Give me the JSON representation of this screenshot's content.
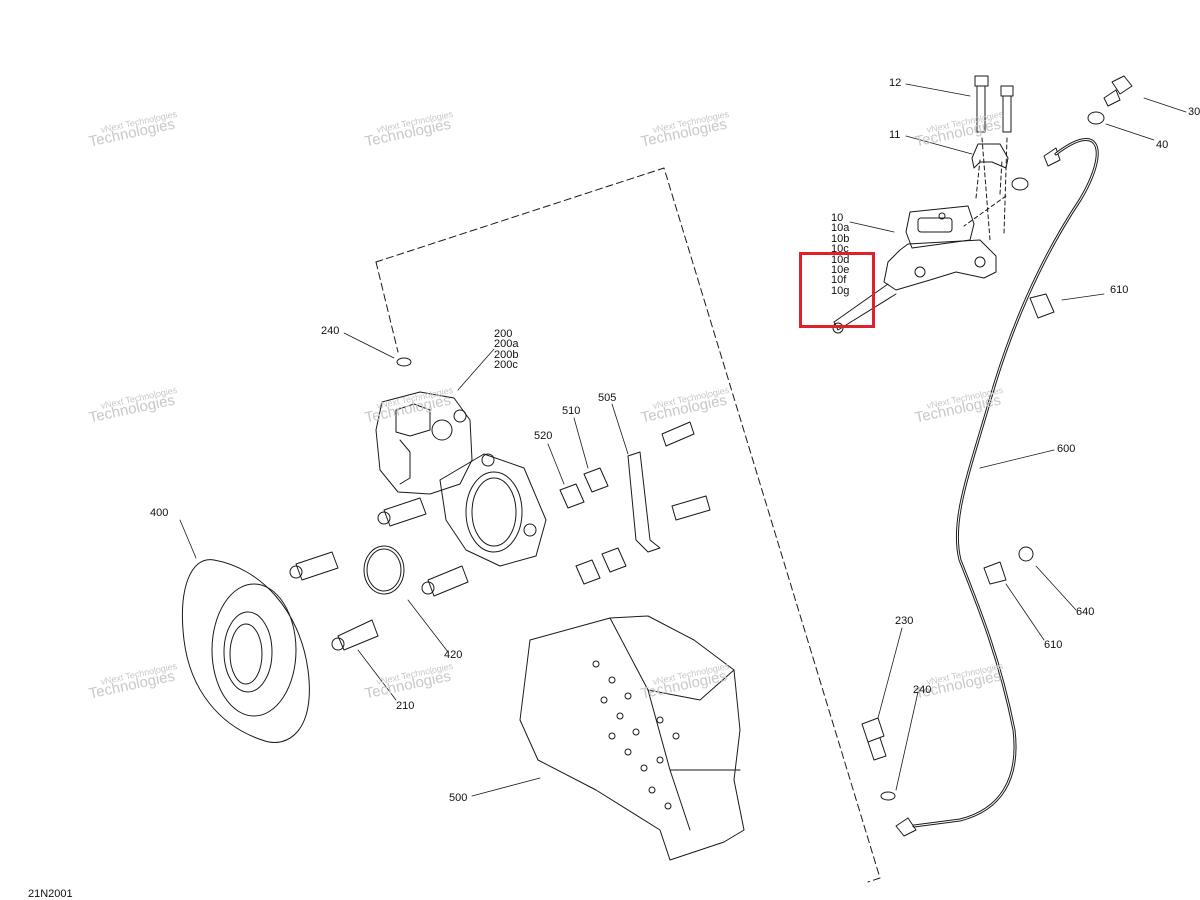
{
  "diagram_code": "21N2001",
  "watermark": {
    "line1": "vNext Technologies",
    "line2": "Technologies"
  },
  "callouts": {
    "c12": "12",
    "c11": "11",
    "c30": "30",
    "c40": "40",
    "c10": [
      "10",
      "10a",
      "10b",
      "10c",
      "10d",
      "10e",
      "10f",
      "10g"
    ],
    "c610a": "610",
    "c240a": "240",
    "c200": [
      "200",
      "200a",
      "200b",
      "200c"
    ],
    "c505": "505",
    "c510": "510",
    "c520": "520",
    "c600": "600",
    "c400": "400",
    "c420": "420",
    "c640": "640",
    "c610b": "610",
    "c230": "230",
    "c240b": "240",
    "c210": "210",
    "c500": "500"
  },
  "colors": {
    "line": "#1a1a1a",
    "highlight": "#e0202a",
    "watermark": "#c8c8c8"
  }
}
